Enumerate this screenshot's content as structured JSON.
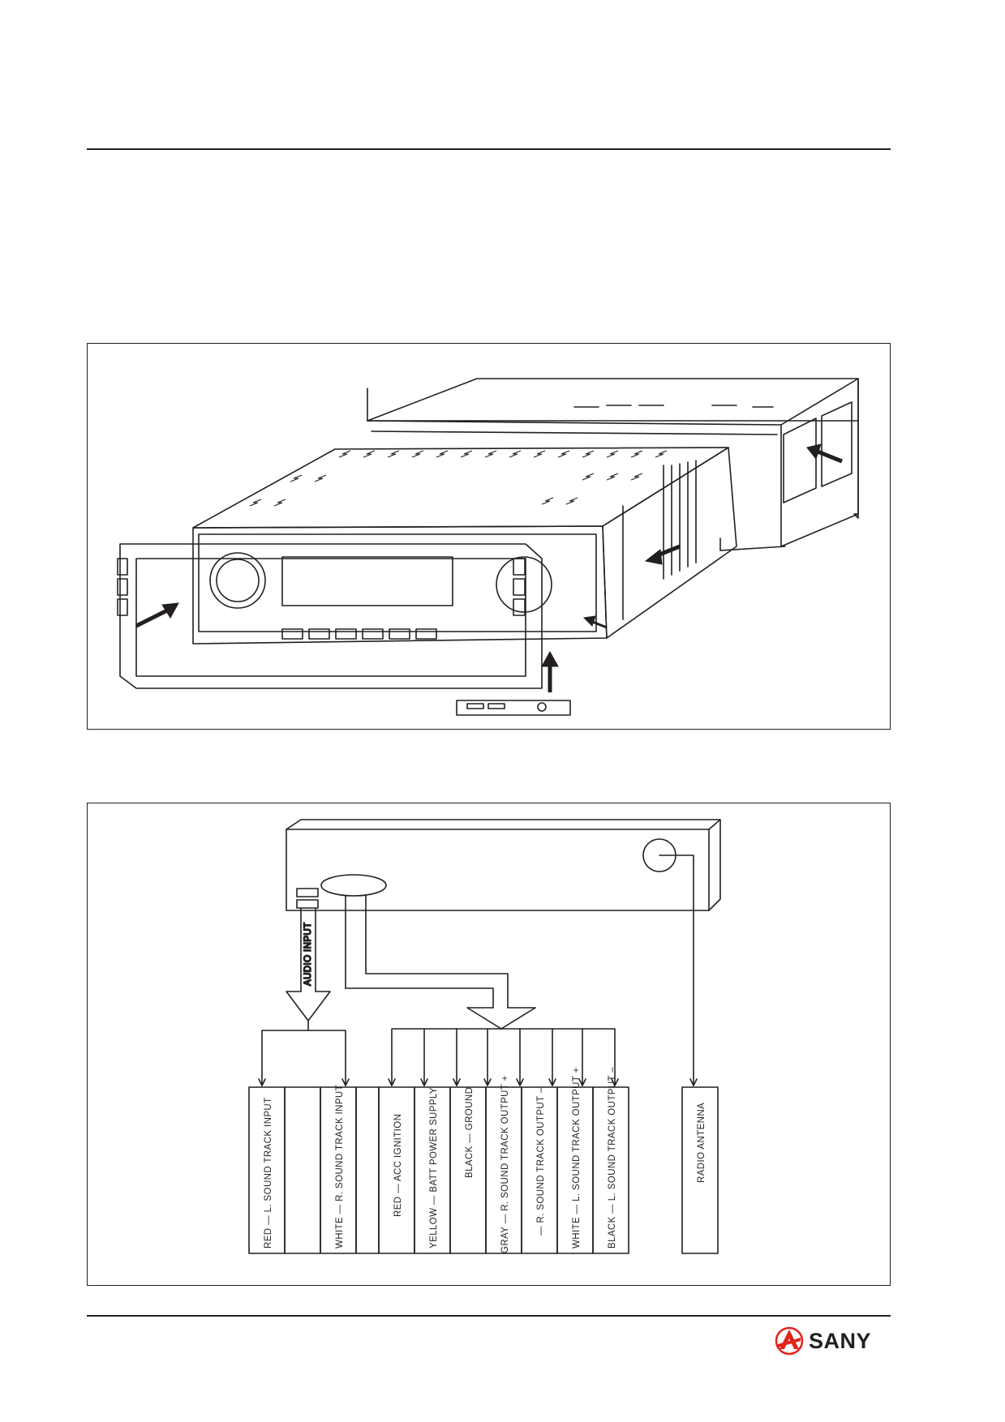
{
  "wiring": {
    "audio_input": "AUDIO INPUT",
    "terminals": [
      "RED — L. SOUND TRACK INPUT",
      "",
      "WHITE — R. SOUND TRACK INPUT",
      "",
      "RED — ACC IGNITION",
      "YELLOW — BATT POWER SUPPLY",
      "BLACK — GROUND",
      "GRAY — R. SOUND TRACK OUTPUT +",
      "— R. SOUND TRACK OUTPUT –",
      "WHITE — L. SOUND TRACK OUTPUT +",
      "BLACK — L. SOUND TRACK OUTPUT –"
    ],
    "antenna": "RADIO ANTENNA"
  },
  "brand": {
    "name": "SANY",
    "color": "#e2231a"
  }
}
